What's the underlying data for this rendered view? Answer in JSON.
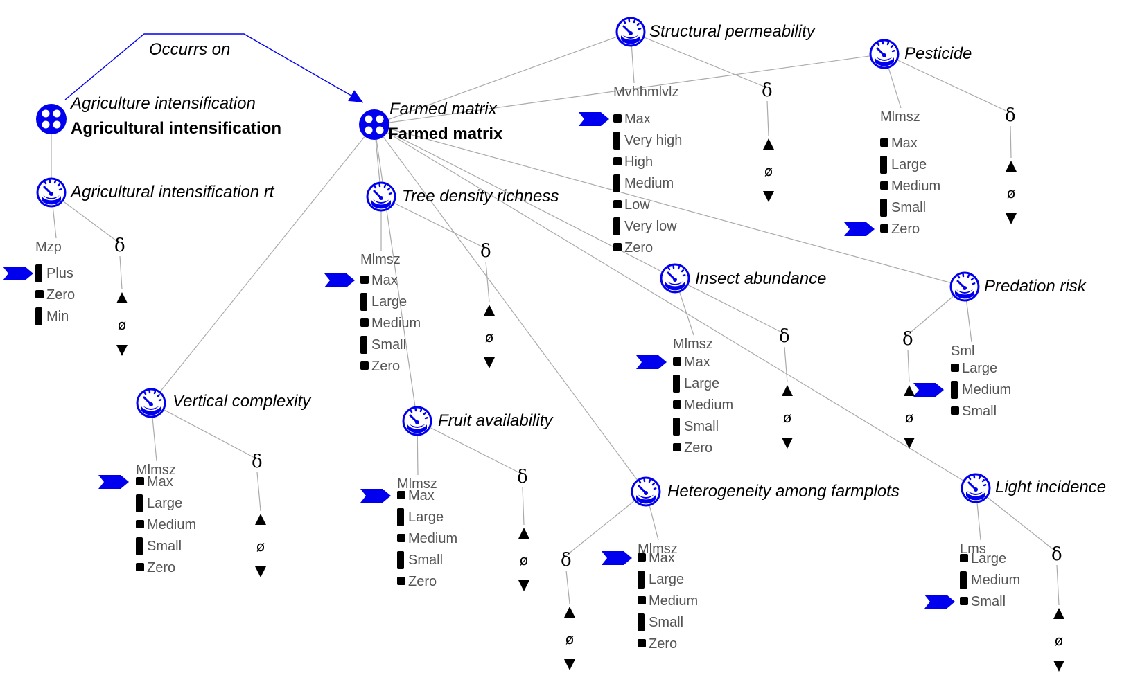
{
  "colors": {
    "accent": "#0000ee",
    "wire": "#aaaaaa",
    "text": "#000000",
    "muted": "#555555"
  },
  "relations": [
    {
      "name": "Occurrs on"
    }
  ],
  "entities": [
    {
      "name": "Agriculture intensification",
      "type": "Agricultural intensification",
      "icon": "entity-icon"
    },
    {
      "name": "Farmed matrix",
      "type": "Farmed matrix",
      "icon": "entity-icon"
    }
  ],
  "quantities": [
    {
      "name": "Agricultural intensification rt",
      "qs": "Mzp",
      "values": [
        "Plus",
        "Zero",
        "Min"
      ],
      "current": "Plus",
      "delta": "δ",
      "zero": "ø"
    },
    {
      "name": "Structural permeability",
      "qs": "Mvhhmlvlz",
      "values": [
        "Max",
        "Very high",
        "High",
        "Medium",
        "Low",
        "Very low",
        "Zero"
      ],
      "current": "Max",
      "delta": "δ",
      "zero": "ø"
    },
    {
      "name": "Pesticide",
      "qs": "Mlmsz",
      "values": [
        "Max",
        "Large",
        "Medium",
        "Small",
        "Zero"
      ],
      "current": "Zero",
      "delta": "δ",
      "zero": "ø"
    },
    {
      "name": "Tree density richness",
      "qs": "Mlmsz",
      "values": [
        "Max",
        "Large",
        "Medium",
        "Small",
        "Zero"
      ],
      "current": "Max",
      "delta": "δ",
      "zero": "ø"
    },
    {
      "name": "Insect abundance",
      "qs": "Mlmsz",
      "values": [
        "Max",
        "Large",
        "Medium",
        "Small",
        "Zero"
      ],
      "current": "Max",
      "delta": "δ",
      "zero": "ø"
    },
    {
      "name": "Predation risk",
      "qs": "Sml",
      "values": [
        "Large",
        "Medium",
        "Small"
      ],
      "current": "Medium",
      "delta": "δ",
      "zero": "ø"
    },
    {
      "name": "Vertical complexity",
      "qs": "Mlmsz",
      "values": [
        "Max",
        "Large",
        "Medium",
        "Small",
        "Zero"
      ],
      "current": "Max",
      "delta": "δ",
      "zero": "ø"
    },
    {
      "name": "Fruit availability",
      "qs": "Mlmsz",
      "values": [
        "Max",
        "Large",
        "Medium",
        "Small",
        "Zero"
      ],
      "current": "Max",
      "delta": "δ",
      "zero": "ø"
    },
    {
      "name": "Heterogeneity among farmplots",
      "qs": "Mlmsz",
      "values": [
        "Max",
        "Large",
        "Medium",
        "Small",
        "Zero"
      ],
      "current": "Max",
      "delta": "δ",
      "zero": "ø"
    },
    {
      "name": "Light incidence",
      "qs": "Lms",
      "values": [
        "Large",
        "Medium",
        "Small"
      ],
      "current": "Small",
      "delta": "δ",
      "zero": "ø"
    }
  ]
}
